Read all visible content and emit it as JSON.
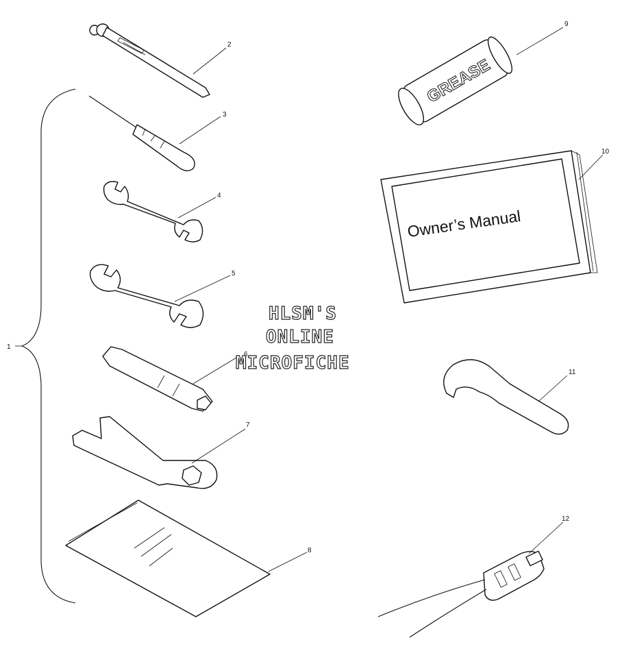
{
  "callouts": [
    "1",
    "2",
    "3",
    "4",
    "5",
    "6",
    "7",
    "8",
    "9",
    "10",
    "11",
    "12"
  ],
  "grease_label": "GREASE",
  "manual_label": "Owner’s Manual",
  "watermark": {
    "line1": "HLSM'S",
    "line2": "ONLINE",
    "line3": "MICROFICHE"
  }
}
